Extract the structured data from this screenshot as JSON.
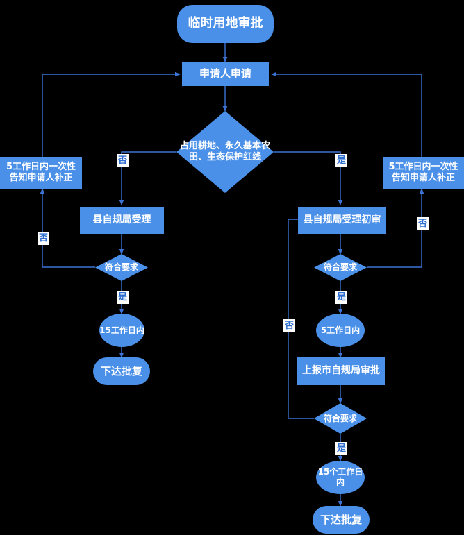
{
  "diagram": {
    "title": "临时用地审批",
    "type": "flowchart",
    "colors": {
      "node_fill": "#4a90e8",
      "node_text": "#ffffff",
      "edge_line": "#3b72d4",
      "edge_label_text": "#2f6fd0",
      "edge_label_bg": "#ffffff",
      "background": "#000000"
    },
    "nodes": [
      {
        "id": "start",
        "label": "临时用地审批",
        "shape": "rounded-rectangle"
      },
      {
        "id": "apply",
        "label": "申请人申请",
        "shape": "rectangle"
      },
      {
        "id": "decide-land",
        "label": "占用耕地、永久基本农田、生态保护红线",
        "shape": "diamond"
      },
      {
        "id": "notify-left",
        "label": "5工作日内一次性告知申请人补正",
        "shape": "rectangle"
      },
      {
        "id": "notify-right",
        "label": "5工作日内一次性告知申请人补正",
        "shape": "rectangle"
      },
      {
        "id": "county-accept",
        "label": "县自规局受理",
        "shape": "rectangle"
      },
      {
        "id": "county-review",
        "label": "县自规局受理初审",
        "shape": "rectangle"
      },
      {
        "id": "check-left",
        "label": "符合要求",
        "shape": "diamond"
      },
      {
        "id": "check-right",
        "label": "符合要求",
        "shape": "diamond"
      },
      {
        "id": "check-city",
        "label": "符合要求",
        "shape": "diamond"
      },
      {
        "id": "days15-left",
        "label": "15工作日内",
        "shape": "ellipse"
      },
      {
        "id": "days5-right",
        "label": "5工作日内",
        "shape": "ellipse"
      },
      {
        "id": "days15-city",
        "label": "15个工作日内",
        "shape": "ellipse"
      },
      {
        "id": "approve-left",
        "label": "下达批复",
        "shape": "rounded-rectangle"
      },
      {
        "id": "report-city",
        "label": "上报市自规局审批",
        "shape": "rectangle"
      },
      {
        "id": "approve-city",
        "label": "下达批复",
        "shape": "rounded-rectangle"
      }
    ],
    "edge_labels": {
      "no_left_branch": "否",
      "no_left_loop": "否",
      "yes_right_branch": "是",
      "no_right_loop": "否",
      "yes_left_check": "是",
      "yes_right_check": "是",
      "no_city_loop": "否",
      "yes_city_check": "是"
    }
  }
}
